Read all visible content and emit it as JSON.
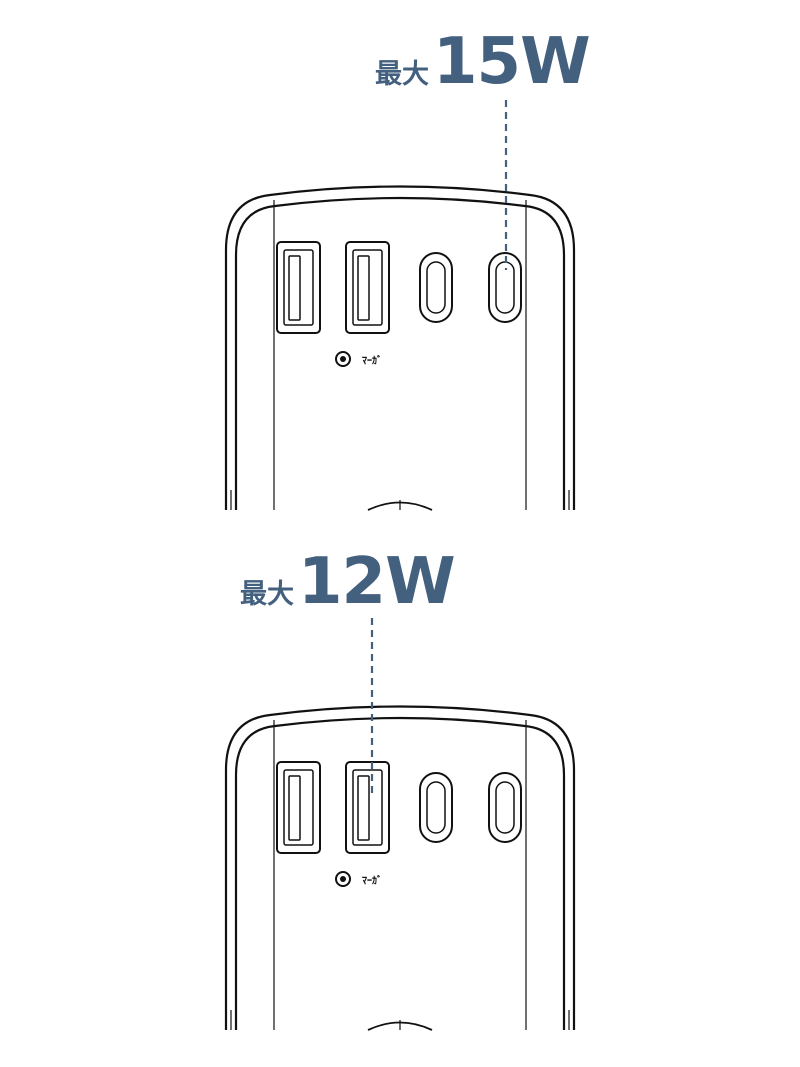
{
  "top_panel": {
    "callout_prefix": "最大",
    "callout_value": "15W",
    "port_label": "ﾏｰｶﾞ"
  },
  "bottom_panel": {
    "callout_prefix": "最大",
    "callout_value": "12W",
    "port_label": "ﾏｰｶﾞ"
  },
  "colors": {
    "accent": "#44607f",
    "line": "#111111"
  }
}
